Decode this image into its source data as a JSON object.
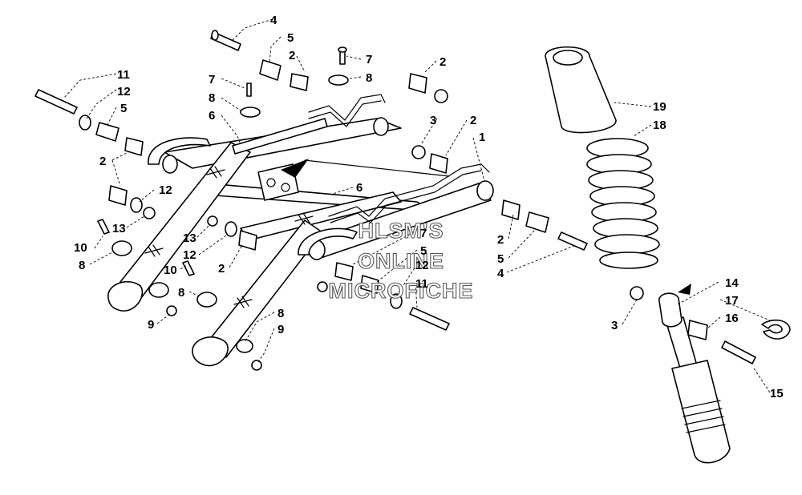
{
  "watermark": {
    "line1": "HLSM'S",
    "line2": "ONLINE",
    "line3": "MICROFICHE"
  },
  "callouts": [
    {
      "id": "c-4-top",
      "label": "4"
    },
    {
      "id": "c-5-top",
      "label": "5"
    },
    {
      "id": "c-2-top",
      "label": "2"
    },
    {
      "id": "c-7-top",
      "label": "7"
    },
    {
      "id": "c-8-top",
      "label": "8"
    },
    {
      "id": "c-2-nut",
      "label": "2"
    },
    {
      "id": "c-7-left",
      "label": "7"
    },
    {
      "id": "c-8-left",
      "label": "8"
    },
    {
      "id": "c-6-left",
      "label": "6"
    },
    {
      "id": "c-11-left",
      "label": "11"
    },
    {
      "id": "c-12-left",
      "label": "12"
    },
    {
      "id": "c-5-left",
      "label": "5"
    },
    {
      "id": "c-2-left",
      "label": "2"
    },
    {
      "id": "c-12-left-b",
      "label": "12"
    },
    {
      "id": "c-13-left",
      "label": "13"
    },
    {
      "id": "c-3-mid",
      "label": "3"
    },
    {
      "id": "c-2-mid",
      "label": "2"
    },
    {
      "id": "c-1",
      "label": "1"
    },
    {
      "id": "c-6-mid",
      "label": "6"
    },
    {
      "id": "c-10-left",
      "label": "10"
    },
    {
      "id": "c-8-lower",
      "label": "8"
    },
    {
      "id": "c-13-mid",
      "label": "13"
    },
    {
      "id": "c-12-mid",
      "label": "12"
    },
    {
      "id": "c-2-lower",
      "label": "2"
    },
    {
      "id": "c-10-mid",
      "label": "10"
    },
    {
      "id": "c-8-mid",
      "label": "8"
    },
    {
      "id": "c-9-left",
      "label": "9"
    },
    {
      "id": "c-8-bottom",
      "label": "8"
    },
    {
      "id": "c-9-bottom",
      "label": "9"
    },
    {
      "id": "c-7-center",
      "label": "7"
    },
    {
      "id": "c-5-center",
      "label": "5"
    },
    {
      "id": "c-12-center",
      "label": "12"
    },
    {
      "id": "c-11-center",
      "label": "11"
    },
    {
      "id": "c-2-right",
      "label": "2"
    },
    {
      "id": "c-5-right",
      "label": "5"
    },
    {
      "id": "c-4-right",
      "label": "4"
    },
    {
      "id": "c-19",
      "label": "19"
    },
    {
      "id": "c-18",
      "label": "18"
    },
    {
      "id": "c-14",
      "label": "14"
    },
    {
      "id": "c-17",
      "label": "17"
    },
    {
      "id": "c-16",
      "label": "16"
    },
    {
      "id": "c-3-shock",
      "label": "3"
    },
    {
      "id": "c-15",
      "label": "15"
    }
  ]
}
